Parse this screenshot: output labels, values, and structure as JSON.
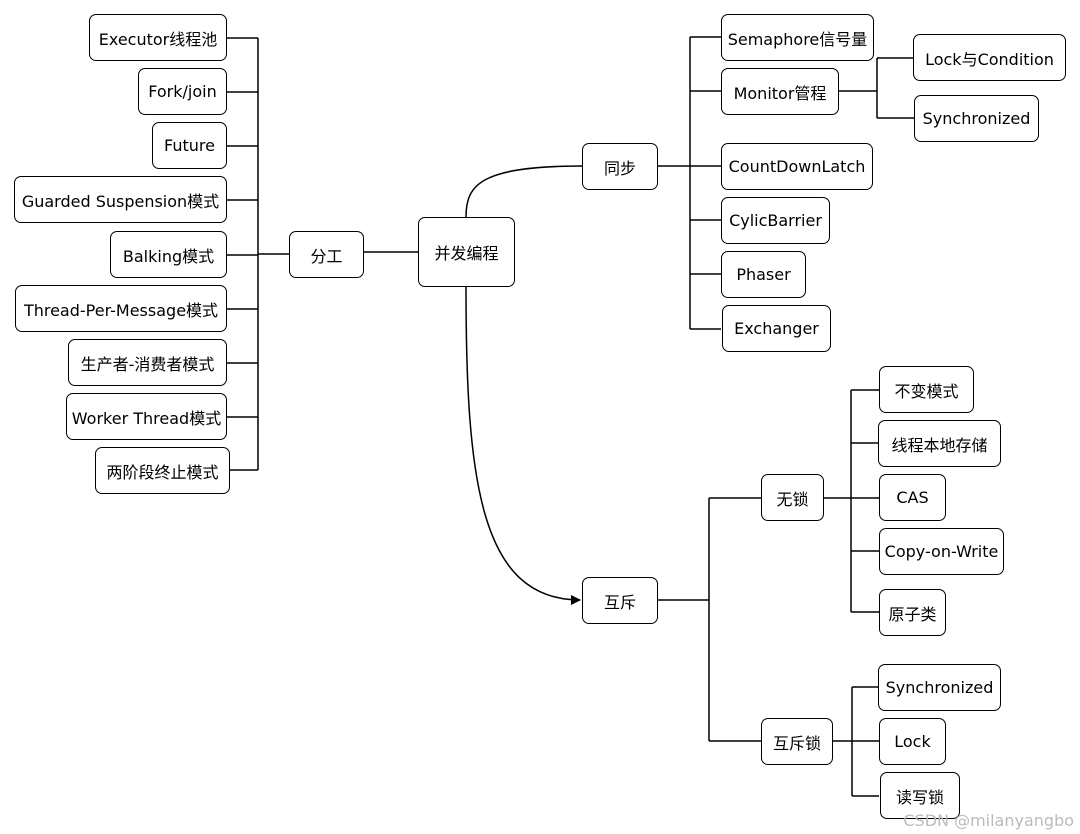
{
  "diagram": {
    "root": {
      "label": "并发编程"
    },
    "branches": {
      "division": {
        "label": "分工",
        "children": [
          "Executor线程池",
          "Fork/join",
          "Future",
          "Guarded Suspension模式",
          "Balking模式",
          "Thread-Per-Message模式",
          "生产者-消费者模式",
          "Worker Thread模式",
          "两阶段终止模式"
        ]
      },
      "synchronization": {
        "label": "同步",
        "children": [
          "Semaphore信号量",
          "Monitor管程",
          "CountDownLatch",
          "CylicBarrier",
          "Phaser",
          "Exchanger"
        ],
        "monitor_children": [
          "Lock与Condition",
          "Synchronized"
        ]
      },
      "mutex": {
        "label": "互斥",
        "lock_free": {
          "label": "无锁",
          "children": [
            "不变模式",
            "线程本地存储",
            "CAS",
            "Copy-on-Write",
            "原子类"
          ]
        },
        "locks": {
          "label": "互斥锁",
          "children": [
            "Synchronized",
            "Lock",
            "读写锁"
          ]
        }
      }
    }
  },
  "watermark": "CSDN @milanyangbo"
}
